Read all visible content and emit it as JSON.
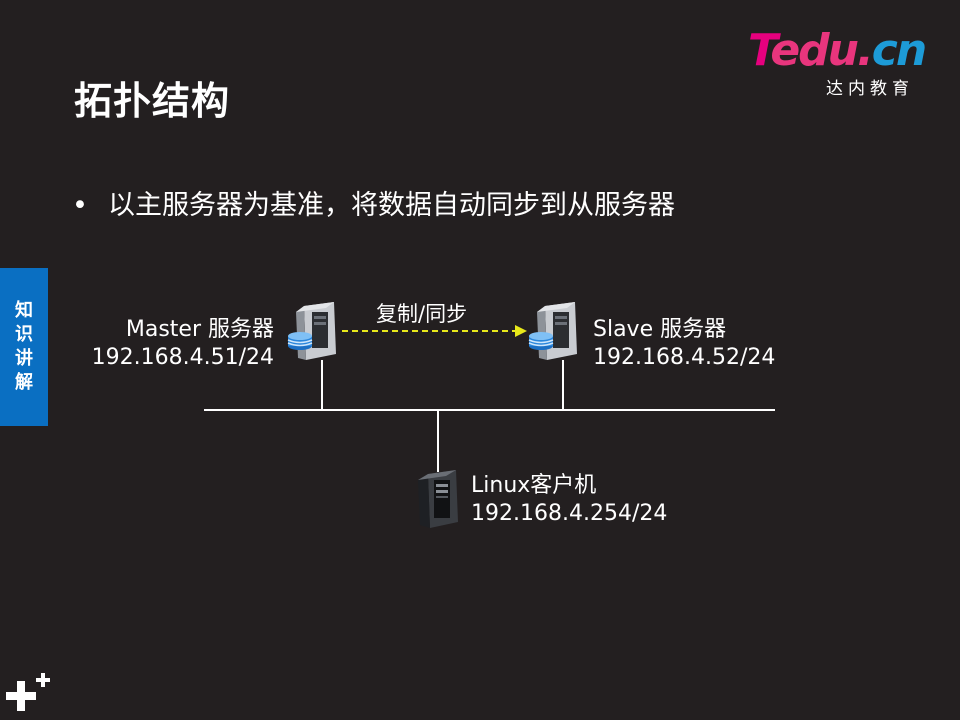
{
  "slide": {
    "title": "拓扑结构",
    "bullet": "以主服务器为基准，将数据自动同步到从服务器",
    "side_tab": [
      "知",
      "识",
      "讲",
      "解"
    ]
  },
  "logo": {
    "word_t": "T",
    "word_edu": "edu.",
    "word_cn": "cn",
    "subtitle": "达内教育"
  },
  "diagram": {
    "master": {
      "name": "Master 服务器",
      "ip": "192.168.4.51/24"
    },
    "slave": {
      "name": "Slave 服务器",
      "ip": "192.168.4.52/24"
    },
    "client": {
      "name": "Linux客户机",
      "ip": "192.168.4.254/24"
    },
    "link_label": "复制/同步",
    "link_color": "#e8e81a"
  },
  "colors": {
    "background": "#231f20",
    "side_tab": "#0a6fc2"
  }
}
